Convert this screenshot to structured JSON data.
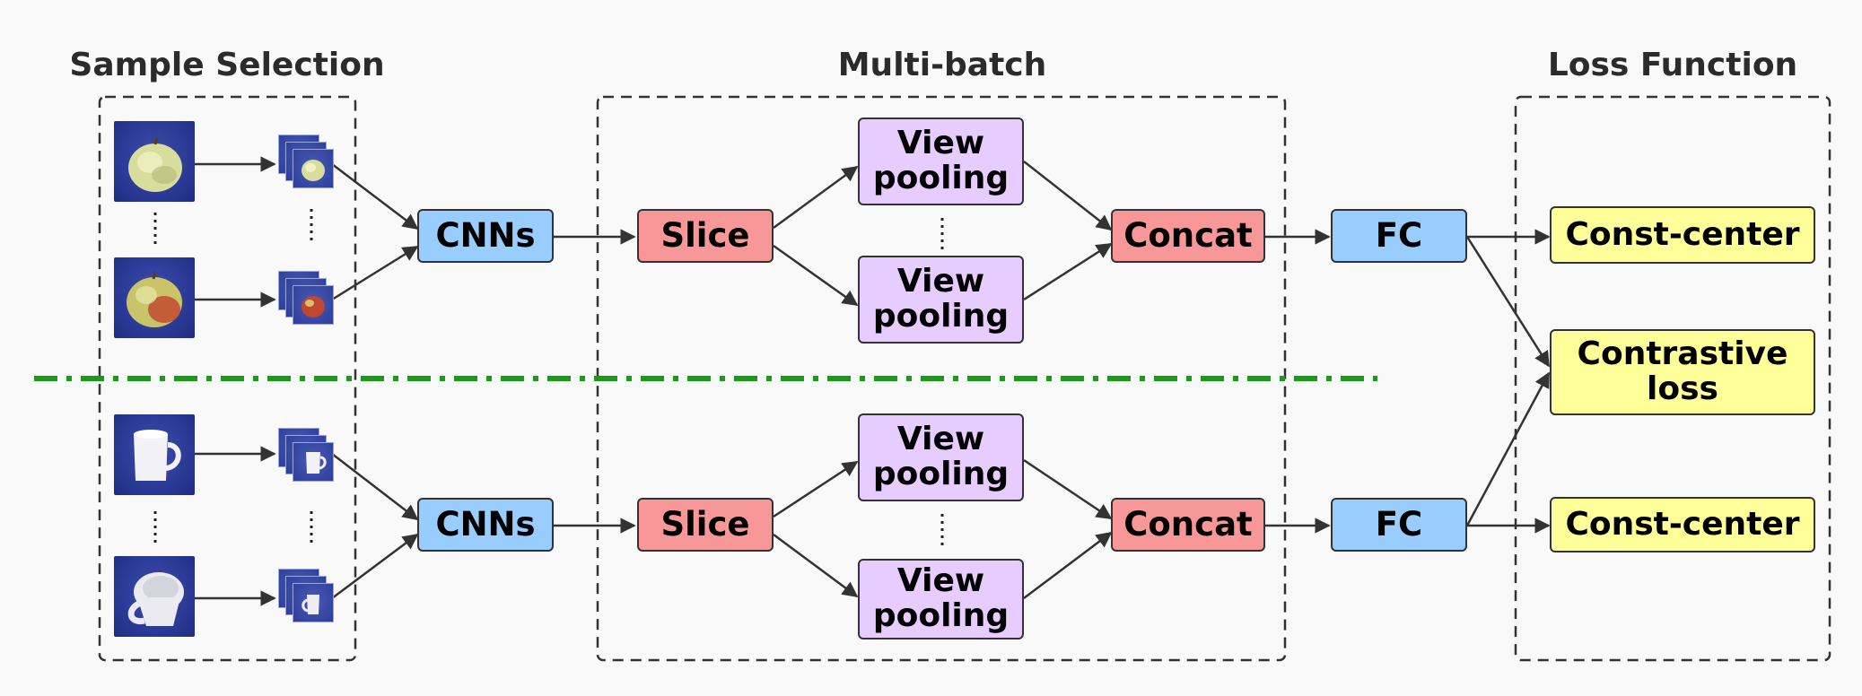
{
  "sections": {
    "sample_selection": "Sample Selection",
    "multi_batch": "Multi-batch",
    "loss_function": "Loss Function"
  },
  "top_branch": {
    "cnn": "CNNs",
    "slice": "Slice",
    "view_pooling_1": "View pooling",
    "view_pooling_2": "View pooling",
    "concat": "Concat",
    "fc": "FC",
    "loss": "Const-center"
  },
  "bottom_branch": {
    "cnn": "CNNs",
    "slice": "Slice",
    "view_pooling_1": "View pooling",
    "view_pooling_2": "View pooling",
    "concat": "Concat",
    "fc": "FC",
    "loss": "Const-center"
  },
  "shared_loss": "Contrastive loss",
  "icons": {
    "top_samples": "apple-photo-icon",
    "bottom_samples": "mug-photo-icon"
  },
  "colors": {
    "cnn_fc": "#99ccff",
    "slice_concat": "#f79797",
    "view_pooling": "#e7ccff",
    "loss": "#ffff99",
    "separator": "#1a9a1a"
  }
}
